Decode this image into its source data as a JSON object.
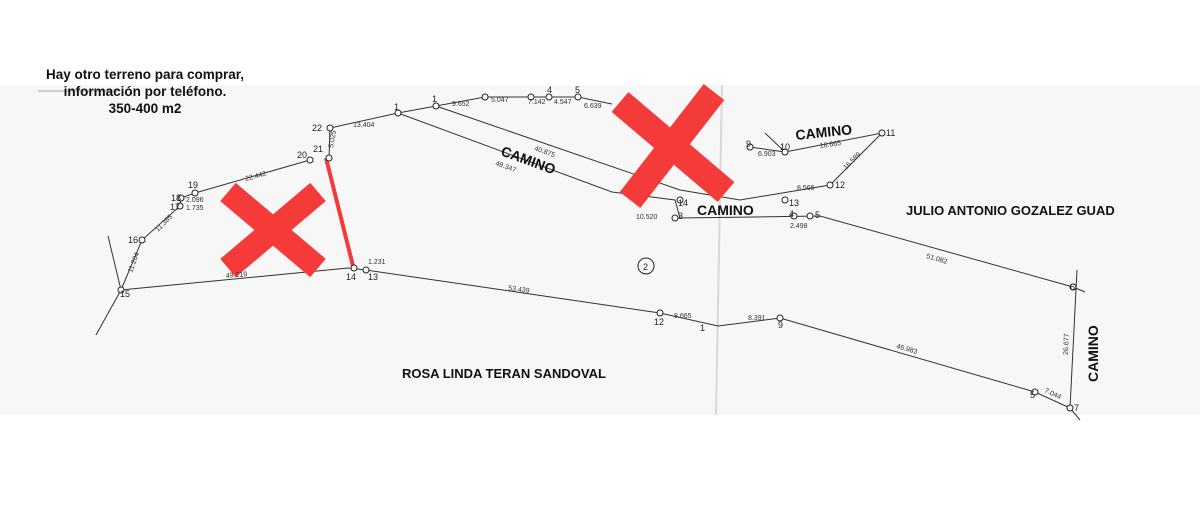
{
  "note": {
    "line1": "Hay otro terreno para comprar,",
    "line2": "información por teléfono.",
    "line3": "350-400 m2"
  },
  "map": {
    "owner_left": "ROSA LINDA TERAN SANDOVAL",
    "owner_right": "JULIO ANTONIO GOZALEZ GUAD",
    "road_1": "CAMINO",
    "road_2": "CAMINO",
    "road_3": "CAMINO",
    "road_4": "CAMINO",
    "lot_number": "2",
    "points": {
      "p1a": "1",
      "p1b": "1",
      "p4": "4",
      "p5": "5",
      "p22": "22",
      "p21": "21",
      "p20": "20",
      "p19": "19",
      "p18": "18",
      "p17": "17",
      "p16": "16",
      "p15": "15",
      "p14": "14",
      "p13": "13",
      "p9": "9",
      "p10": "10",
      "p11": "11",
      "p12": "12",
      "p13r": "13",
      "p14m": "14",
      "p3": "3",
      "p4r": "4",
      "p5r": "5",
      "p6": "6",
      "p12b": "12",
      "p1c": "1",
      "p9b": "9",
      "p5b": "5",
      "p7": "7",
      "p2b": "2"
    },
    "distances": {
      "d1": "9.652",
      "d2": "5.047",
      "d3": "7.142",
      "d4": "4.547",
      "d5": "6.639",
      "d6": "13.404",
      "d7": "40.875",
      "d8": "48.347",
      "d9": "5.025",
      "d10": "22.442",
      "d11": "2.096",
      "d12": "1.735",
      "d13": "11.385",
      "d14": "11.204",
      "d15": "49.219",
      "d16": "1.231",
      "d17": "53.439",
      "d18": "8.665",
      "d19": "8.391",
      "d20": "46.983",
      "d21": "7.044",
      "d22": "26.677",
      "d23": "51.082",
      "d24": "2.498",
      "d25": "10.520",
      "d26": "6.903",
      "d27": "16.665",
      "d28": "16.589",
      "d29": "8.565"
    }
  }
}
